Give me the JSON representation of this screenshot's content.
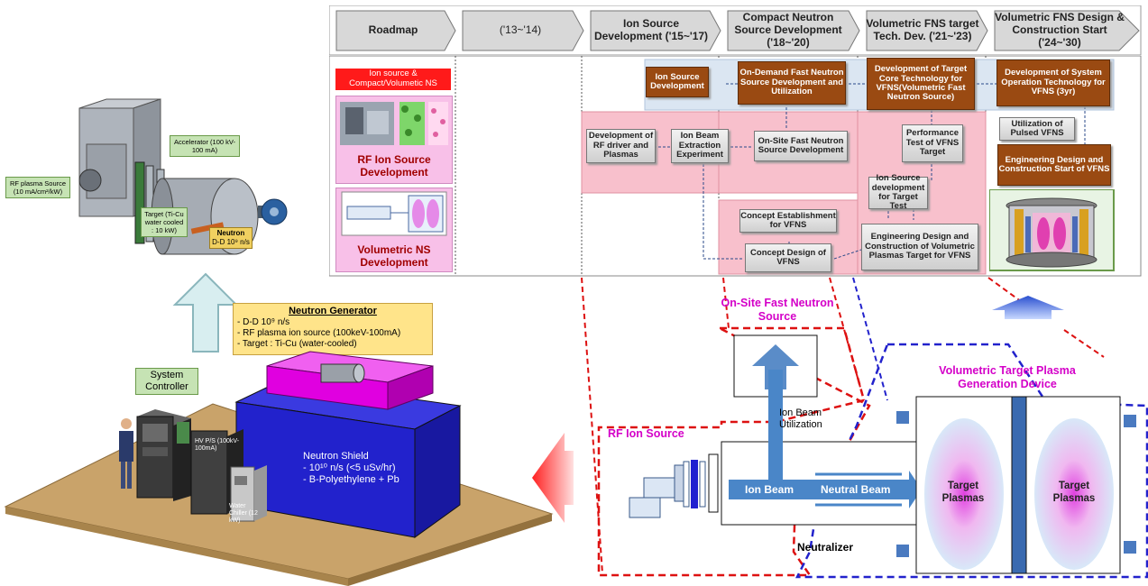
{
  "roadmap": {
    "headers": [
      "Roadmap",
      "('13~'14)",
      "Ion Source Development ('15~'17)",
      "Compact Neutron Source Development ('18~'20)",
      "Volumetric FNS target Tech. Dev. ('21~'23)",
      "Volumetric FNS Design & Construction Start ('24~'30)"
    ],
    "left_panel": {
      "tag": "Ion source & Compact/Volumetic NS",
      "rf_title": "RF Ion Source Development",
      "vns_title": "Volumetric NS Development"
    },
    "boxes": {
      "ion_source_dev": "Ion Source Development",
      "on_demand": "On-Demand Fast Neutron Source Development and Utilization",
      "target_core": "Development of Target Core Technology for VFNS(Volumetric Fast Neutron Source)",
      "system_op": "Development of System Operation Technology for VFNS (3yr)",
      "rf_driver": "Development of RF driver and Plasmas",
      "ion_beam_exp": "Ion Beam Extraction Experiment",
      "onsite_fns": "On-Site Fast Neutron Source Development",
      "performance": "Performance Test of VFNS Target",
      "utilization_pulsed": "Utilization of Pulsed VFNS",
      "eng_design_vfns": "Engineering Design and Construction Start of VFNS",
      "ion_src_target": "Ion Source development for Target Test",
      "concept_est": "Concept Establishment for VFNS",
      "concept_design": "Concept Design of VFNS",
      "eng_design_target": "Engineering Design and Construction of Volumetric Plasmas Target for VFNS"
    }
  },
  "ng_labels": {
    "rf_plasma": "RF plasma Source (10 mA/cm²/kW)",
    "accelerator": "Accelerator (100 kV-100 mA)",
    "target": "Target (Ti-Cu water cooled : 10 kW)",
    "neutron_title": "Neutron",
    "neutron_value": "D-D 10⁹ n/s"
  },
  "neutron_generator": {
    "title": "Neutron Generator",
    "items": [
      "- D-D 10⁹ n/s",
      "- RF plasma ion source (100keV-100mA)",
      "- Target : Ti-Cu (water-cooled)"
    ]
  },
  "facility": {
    "system_controller": "System Controller",
    "hv_ps": "HV P/S (100kV-100mA)",
    "water_chiller": "Water Chiller (12 kW)",
    "shield_title": "Neutron Shield",
    "shield_items": [
      "- 10¹⁰ n/s (<5 uSv/hr)",
      "- B-Polyethylene + Pb"
    ]
  },
  "schematic": {
    "onsite_title": "On-Site Fast Neutron Source",
    "vtp_title": "Volumetric Target Plasma Generation Device",
    "rf_ion_source": "RF Ion Source",
    "ion_beam_utilization": "Ion Beam Utilization",
    "ion_beam": "Ion Beam",
    "neutral_beam": "Neutral Beam",
    "neutralizer": "Neutralizer",
    "target_plasmas_1": "Target Plasmas",
    "target_plasmas_2": "Target Plasmas"
  },
  "colors": {
    "brown_box": "#9a4a12",
    "red_tag": "#ff1a1a",
    "magenta_text": "#d400c8",
    "neutron_shield": "#2222cc",
    "shield_top": "#e000e0",
    "floor": "#c9a36a",
    "beam_blue": "#4a86c8",
    "ng_yellow": "#ffe48a"
  }
}
